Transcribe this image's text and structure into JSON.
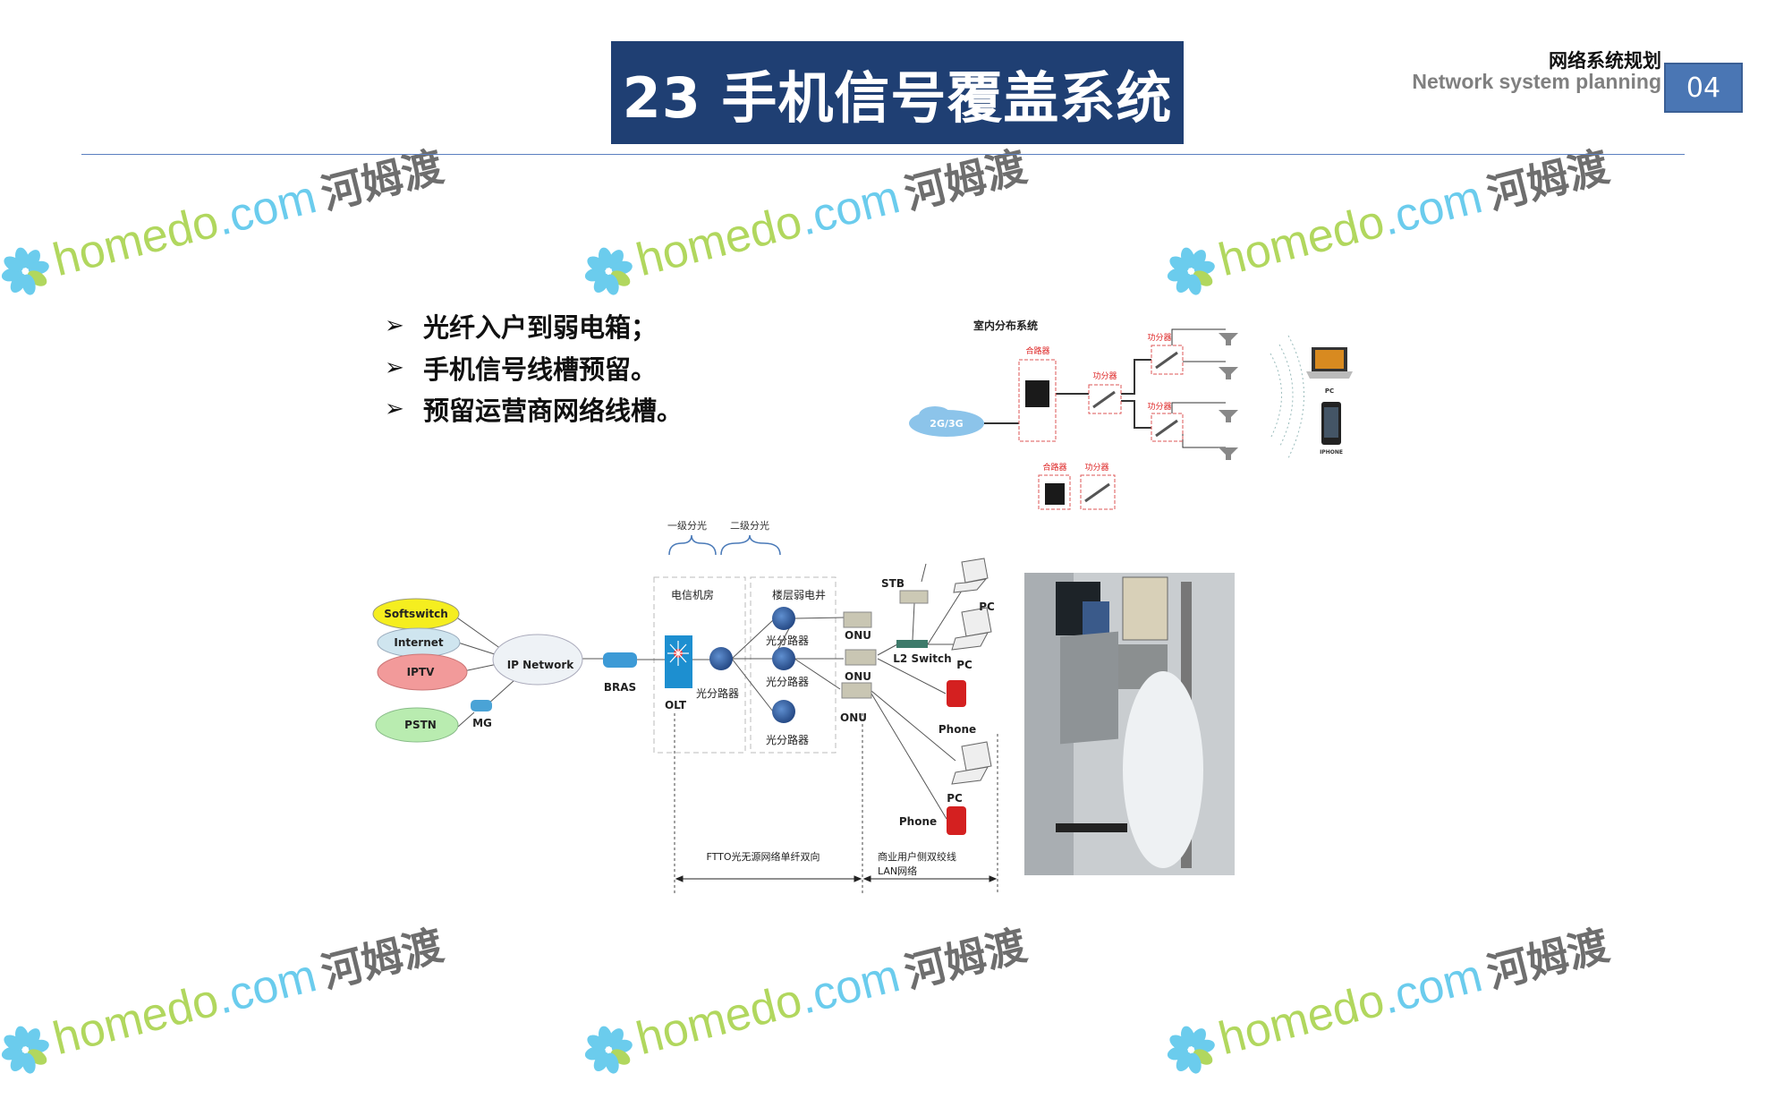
{
  "header": {
    "title": "23 手机信号覆盖系统",
    "section_cn": "网络系统规划",
    "section_en": "Network system planning",
    "section_number": "04"
  },
  "bullets": [
    {
      "mark": "➢",
      "text": "光纤入户到弱电箱；"
    },
    {
      "mark": "➢",
      "text": "手机信号线槽预留。"
    },
    {
      "mark": "➢",
      "text": "预留运营商网络线槽。"
    }
  ],
  "indoor_diagram": {
    "title": "室内分布系统",
    "cloud": "2G/3G",
    "combiner": "合路器",
    "splitter": "功分器",
    "legend_combiner": "合路器",
    "legend_splitter": "功分器",
    "pc": "PC",
    "phone": "IPHONE"
  },
  "ftto_diagram": {
    "level1": "一级分光",
    "level2": "二级分光",
    "room_telecom": "电信机房",
    "room_floor": "楼层弱电井",
    "softswitch": "Softswitch",
    "internet": "Internet",
    "iptv": "IPTV",
    "pstn": "PSTN",
    "ip_network": "IP Network",
    "mg": "MG",
    "bras": "BRAS",
    "olt": "OLT",
    "splitter": "光分路器",
    "onu": "ONU",
    "stb": "STB",
    "l2switch": "L2 Switch",
    "pc": "PC",
    "phone": "Phone",
    "span_ftto": "FTTO光无源网络单纤双向",
    "span_lan_1": "商业用户侧双绞线",
    "span_lan_2": "LAN网络"
  },
  "watermark": {
    "brand": "homedo",
    "domain": ".com",
    "cn": "河姆渡"
  },
  "colors": {
    "title_bg": "#1f3f73",
    "section_box": "#4a76b4",
    "rule": "#5b7fc0"
  }
}
